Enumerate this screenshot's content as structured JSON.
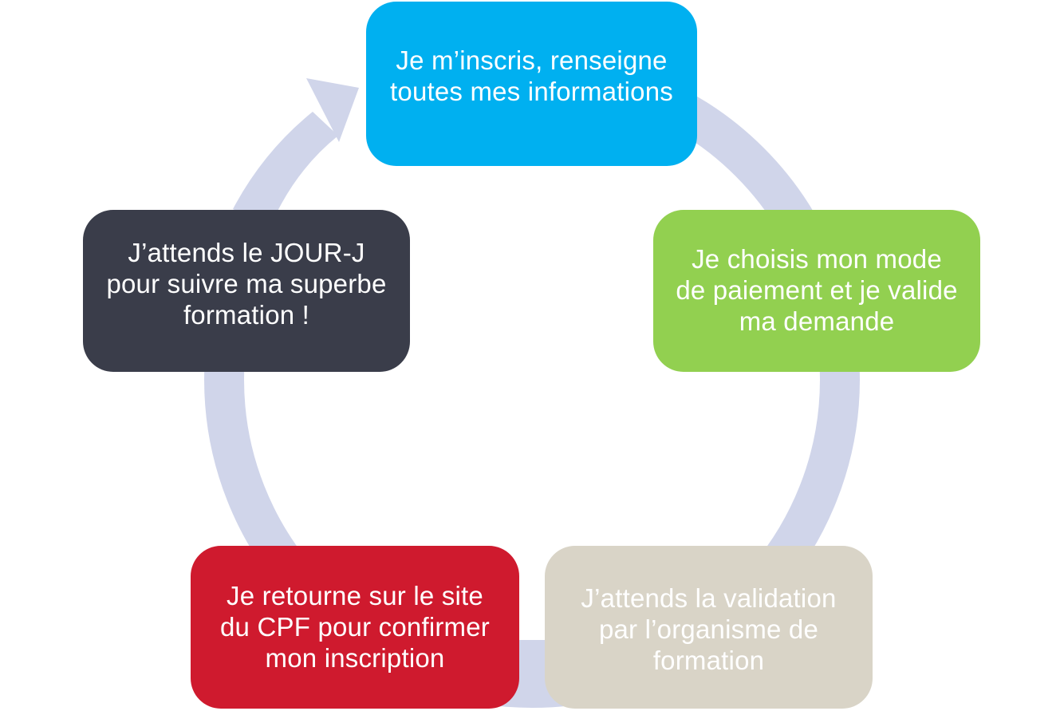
{
  "diagram": {
    "colors": {
      "ring": "#d0d5ea",
      "background": "#ffffff"
    },
    "steps": [
      {
        "text": "Je m’inscris, renseigne toutes mes informations",
        "fill": "#00b0f0",
        "text_color": "#ffffff"
      },
      {
        "text": "Je choisis mon mode de paiement et je valide ma demande",
        "fill": "#92d050",
        "text_color": "#ffffff"
      },
      {
        "text": "J’attends la validation par l’organisme de formation",
        "fill": "#d9d4c7",
        "text_color": "#ffffff"
      },
      {
        "text": "Je retourne sur le site du CPF pour confirmer mon inscription",
        "fill": "#cf1a2e",
        "text_color": "#ffffff"
      },
      {
        "text": "J’attends le JOUR-J pour suivre ma superbe  formation !",
        "fill": "#3a3d4a",
        "text_color": "#ffffff"
      }
    ]
  }
}
